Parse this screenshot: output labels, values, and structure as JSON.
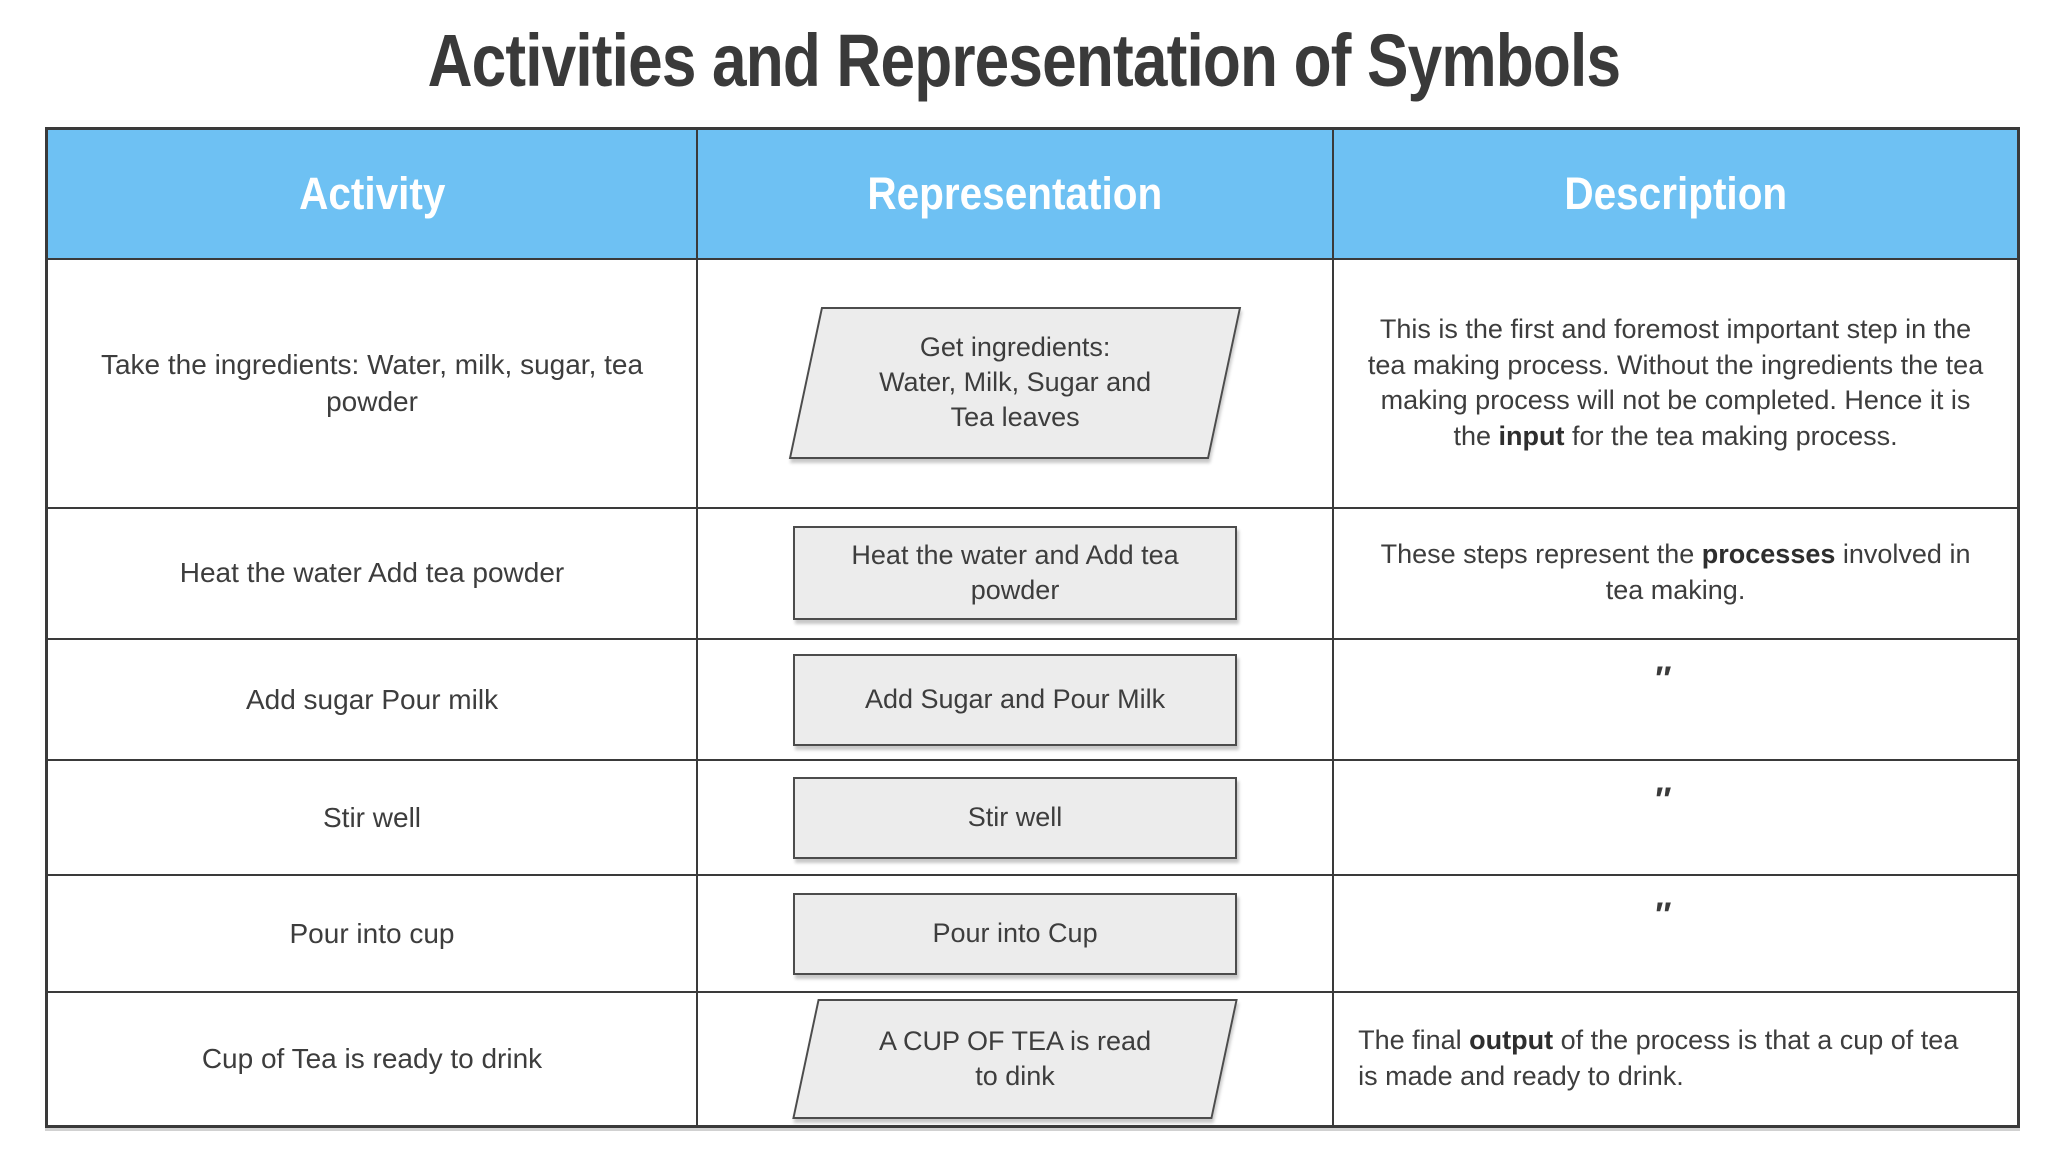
{
  "page": {
    "title": "Activities and Representation of Symbols"
  },
  "table": {
    "headers": [
      {
        "label": "Activity"
      },
      {
        "label": "Representation"
      },
      {
        "label": "Description"
      }
    ],
    "colors": {
      "header_bg": "#6ec1f3",
      "header_text": "#ffffff",
      "border": "#3a3a3a",
      "shape_fill": "#ececec",
      "shape_border": "#4c4c4c",
      "body_text": "#3d3d3d"
    },
    "rows": [
      {
        "activity": "Take the ingredients: Water, milk, sugar, tea powder",
        "shape": "parallelogram",
        "shape_text": "Get ingredients:\nWater, Milk, Sugar and\nTea leaves",
        "desc_pre": "This is the first and foremost important step in the tea making process. Without the ingredients the tea making process will not be completed. Hence it is the ",
        "desc_bold": "input",
        "desc_post": " for the tea making process."
      },
      {
        "activity": "Heat the water Add tea powder",
        "shape": "rectangle",
        "shape_text": "Heat the water and Add tea\npowder",
        "desc_pre": "These steps represent the ",
        "desc_bold": "processes",
        "desc_post": " involved in tea making."
      },
      {
        "activity": "Add sugar Pour milk",
        "shape": "rectangle",
        "shape_text": "Add Sugar and Pour Milk",
        "desc_ditto": "″"
      },
      {
        "activity": "Stir well",
        "shape": "rectangle",
        "shape_text": "Stir well",
        "desc_ditto": "″"
      },
      {
        "activity": "Pour into cup",
        "shape": "rectangle",
        "shape_text": "Pour into Cup",
        "desc_ditto": "″"
      },
      {
        "activity": "Cup of Tea is ready to drink",
        "shape": "parallelogram",
        "shape_text": "A CUP OF TEA is read\nto dink",
        "desc_pre": "The final ",
        "desc_bold": "output",
        "desc_post": " of the process is that a cup of tea is made and ready to drink."
      }
    ]
  }
}
